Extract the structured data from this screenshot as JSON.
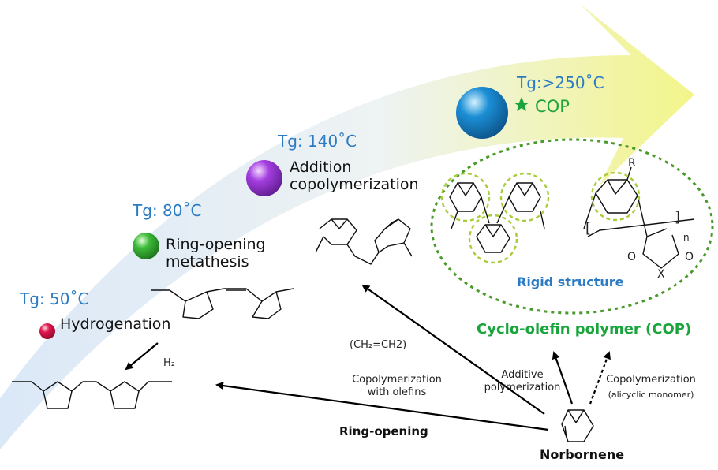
{
  "stages": [
    {
      "id": "hydrogenation",
      "tg": "Tg: 50˚C",
      "name": "Hydrogenation",
      "color": "#e0174f"
    },
    {
      "id": "ring-opening-metathesis",
      "tg": "Tg: 80˚C",
      "name_lines": [
        "Ring-opening",
        "metathesis"
      ],
      "color": "#3dbb3a"
    },
    {
      "id": "addition-copolymerization",
      "tg": "Tg: 140˚C",
      "name_lines": [
        "Addition",
        "copolymerization"
      ],
      "color": "#a43ee0"
    },
    {
      "id": "cop",
      "tg": "Tg:>250˚C",
      "name": "COP",
      "color": "#1c8fd6"
    }
  ],
  "reagents": {
    "h2": "H₂",
    "ethylene": "(CH₂=CH2)"
  },
  "paths": {
    "copolymerization_olefins_lines": [
      "Copolymerization",
      "with olefins"
    ],
    "additive_polymerization_lines": [
      "Additive",
      "polymerization"
    ],
    "copolymerization_alicyclic_lines": [
      "Copolymerization",
      "(alicyclic monomer)"
    ],
    "ring_opening": "Ring-opening"
  },
  "labels": {
    "cyclo_olefin_polymer": "Cyclo-olefin polymer (COP)",
    "rigid_structure": "Rigid structure",
    "norbornene": "Norbornene",
    "r_group": "R",
    "x_atom": "X",
    "o_left": "O",
    "o_right": "O",
    "n_subscript": "n",
    "bracket_left": "[",
    "bracket_right": "]"
  },
  "colors": {
    "arrow_start": "#dbe8f7",
    "arrow_end": "#f3f58a",
    "tg_text": "#2a7bc4",
    "green": "#1aa53c",
    "dashed_circle": "#a8cc3a",
    "ellipse": "#4a9a2a"
  }
}
